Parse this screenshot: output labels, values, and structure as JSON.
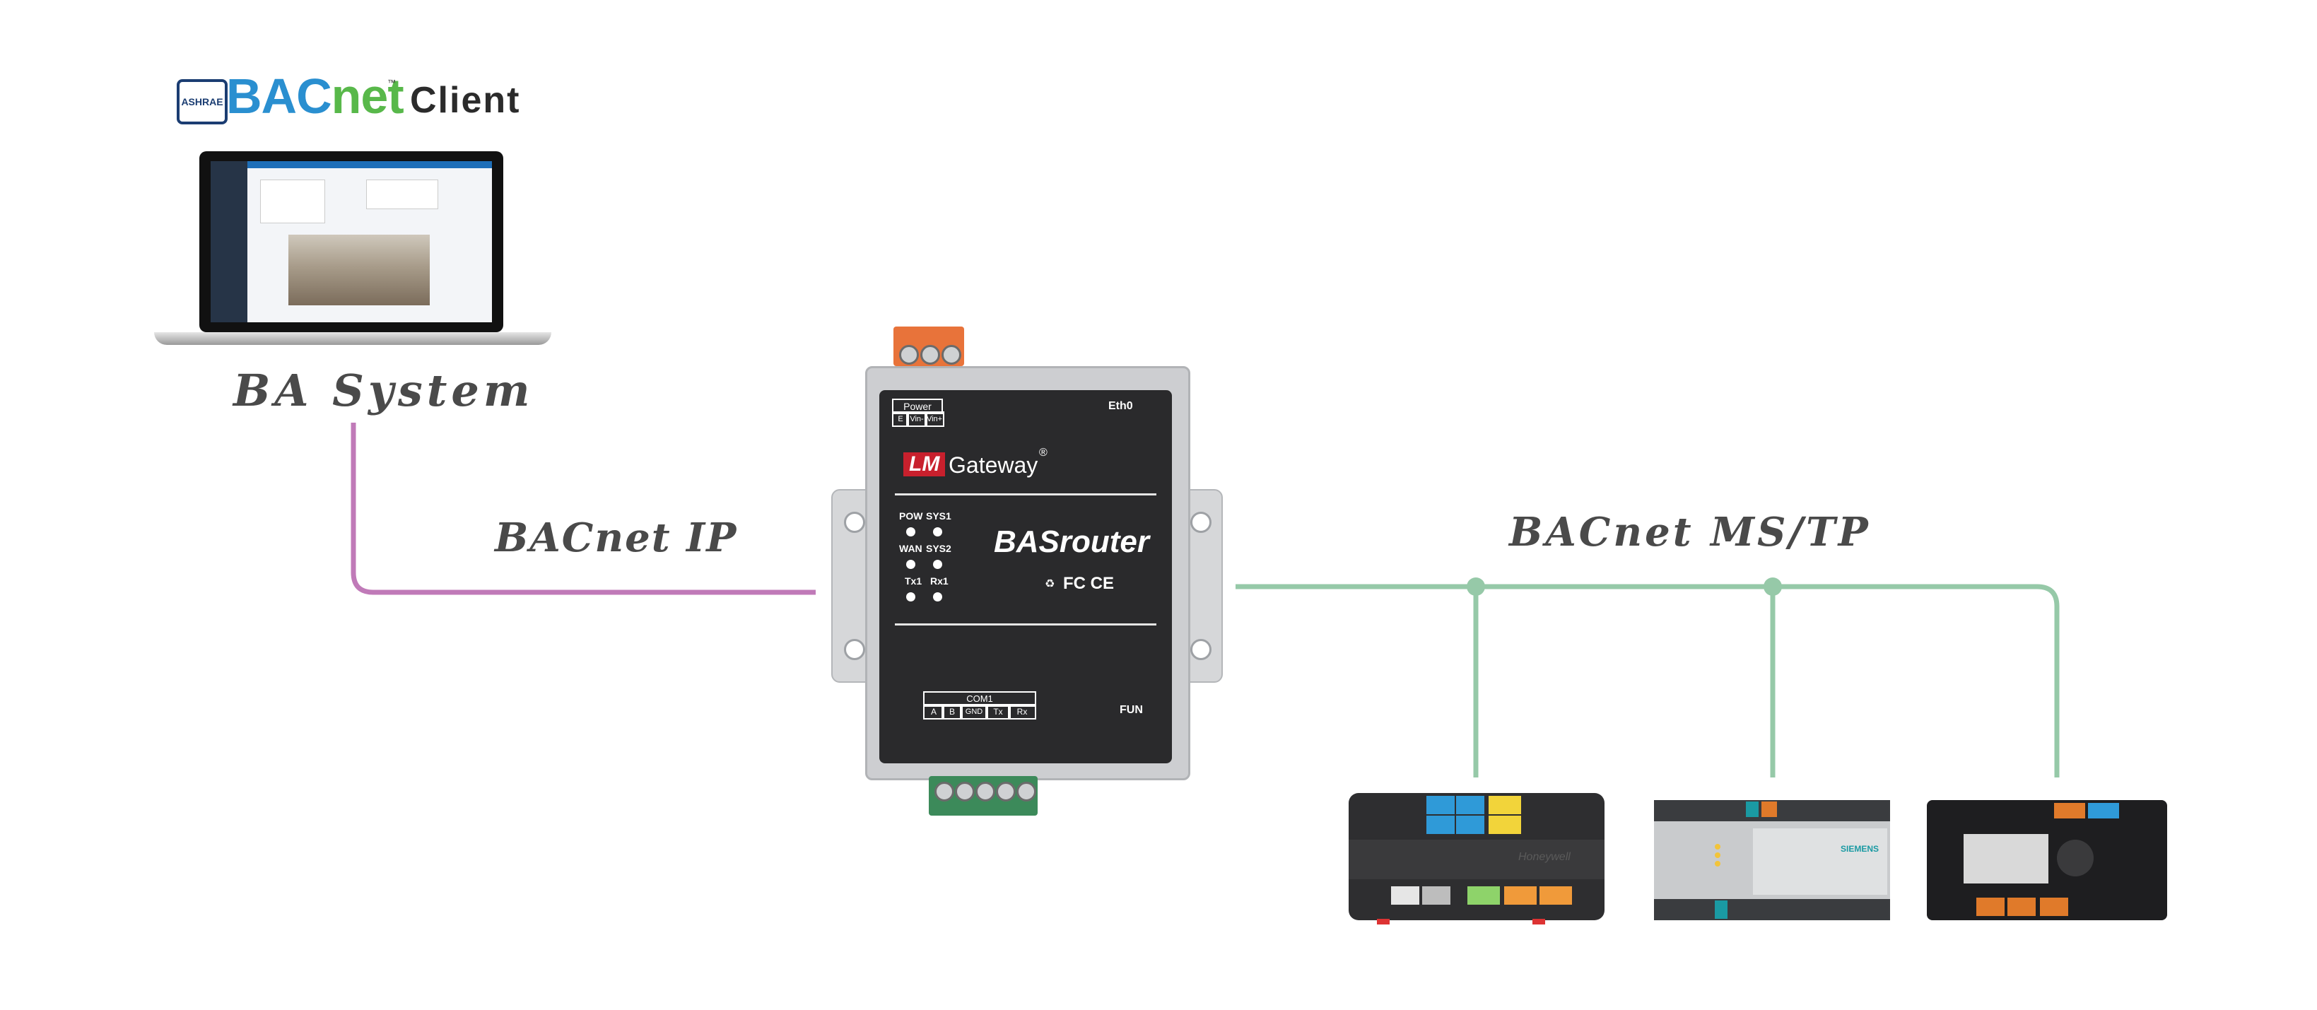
{
  "client_logo": {
    "ashrae": "ASHRAE",
    "bac": "BAC",
    "net": "net",
    "tm": "™",
    "client": "Client"
  },
  "ba_system_label": "BA System",
  "link_labels": {
    "ip": "BACnet IP",
    "mstp": "BACnet MS/TP"
  },
  "router": {
    "power_title": "Power",
    "power_pins": [
      "E",
      "Vin-",
      "Vin+"
    ],
    "port_eth": "Eth0",
    "brand_lm": "LM",
    "brand_gateway": "Gateway",
    "brand_reg": "®",
    "leds": [
      "POW",
      "SYS1",
      "WAN",
      "SYS2",
      "Tx1",
      "Rx1"
    ],
    "model": "BASrouter",
    "cert_marks": "FC CE",
    "com_title": "COM1",
    "com_pins": [
      "A",
      "B",
      "GND",
      "Tx",
      "Rx"
    ],
    "fun_label": "FUN"
  },
  "controllers": [
    {
      "brand": "Honeywell",
      "accent": "#2f9ad8"
    },
    {
      "brand": "SIEMENS",
      "accent": "#1a9aa3"
    },
    {
      "brand": "",
      "accent": "#e07a2a"
    }
  ],
  "colors": {
    "ip_line": "#c07ab8",
    "mstp_line": "#96c9a8",
    "router_face": "#2a2a2c",
    "router_case": "#cdced1",
    "brand_red": "#c8202d"
  }
}
